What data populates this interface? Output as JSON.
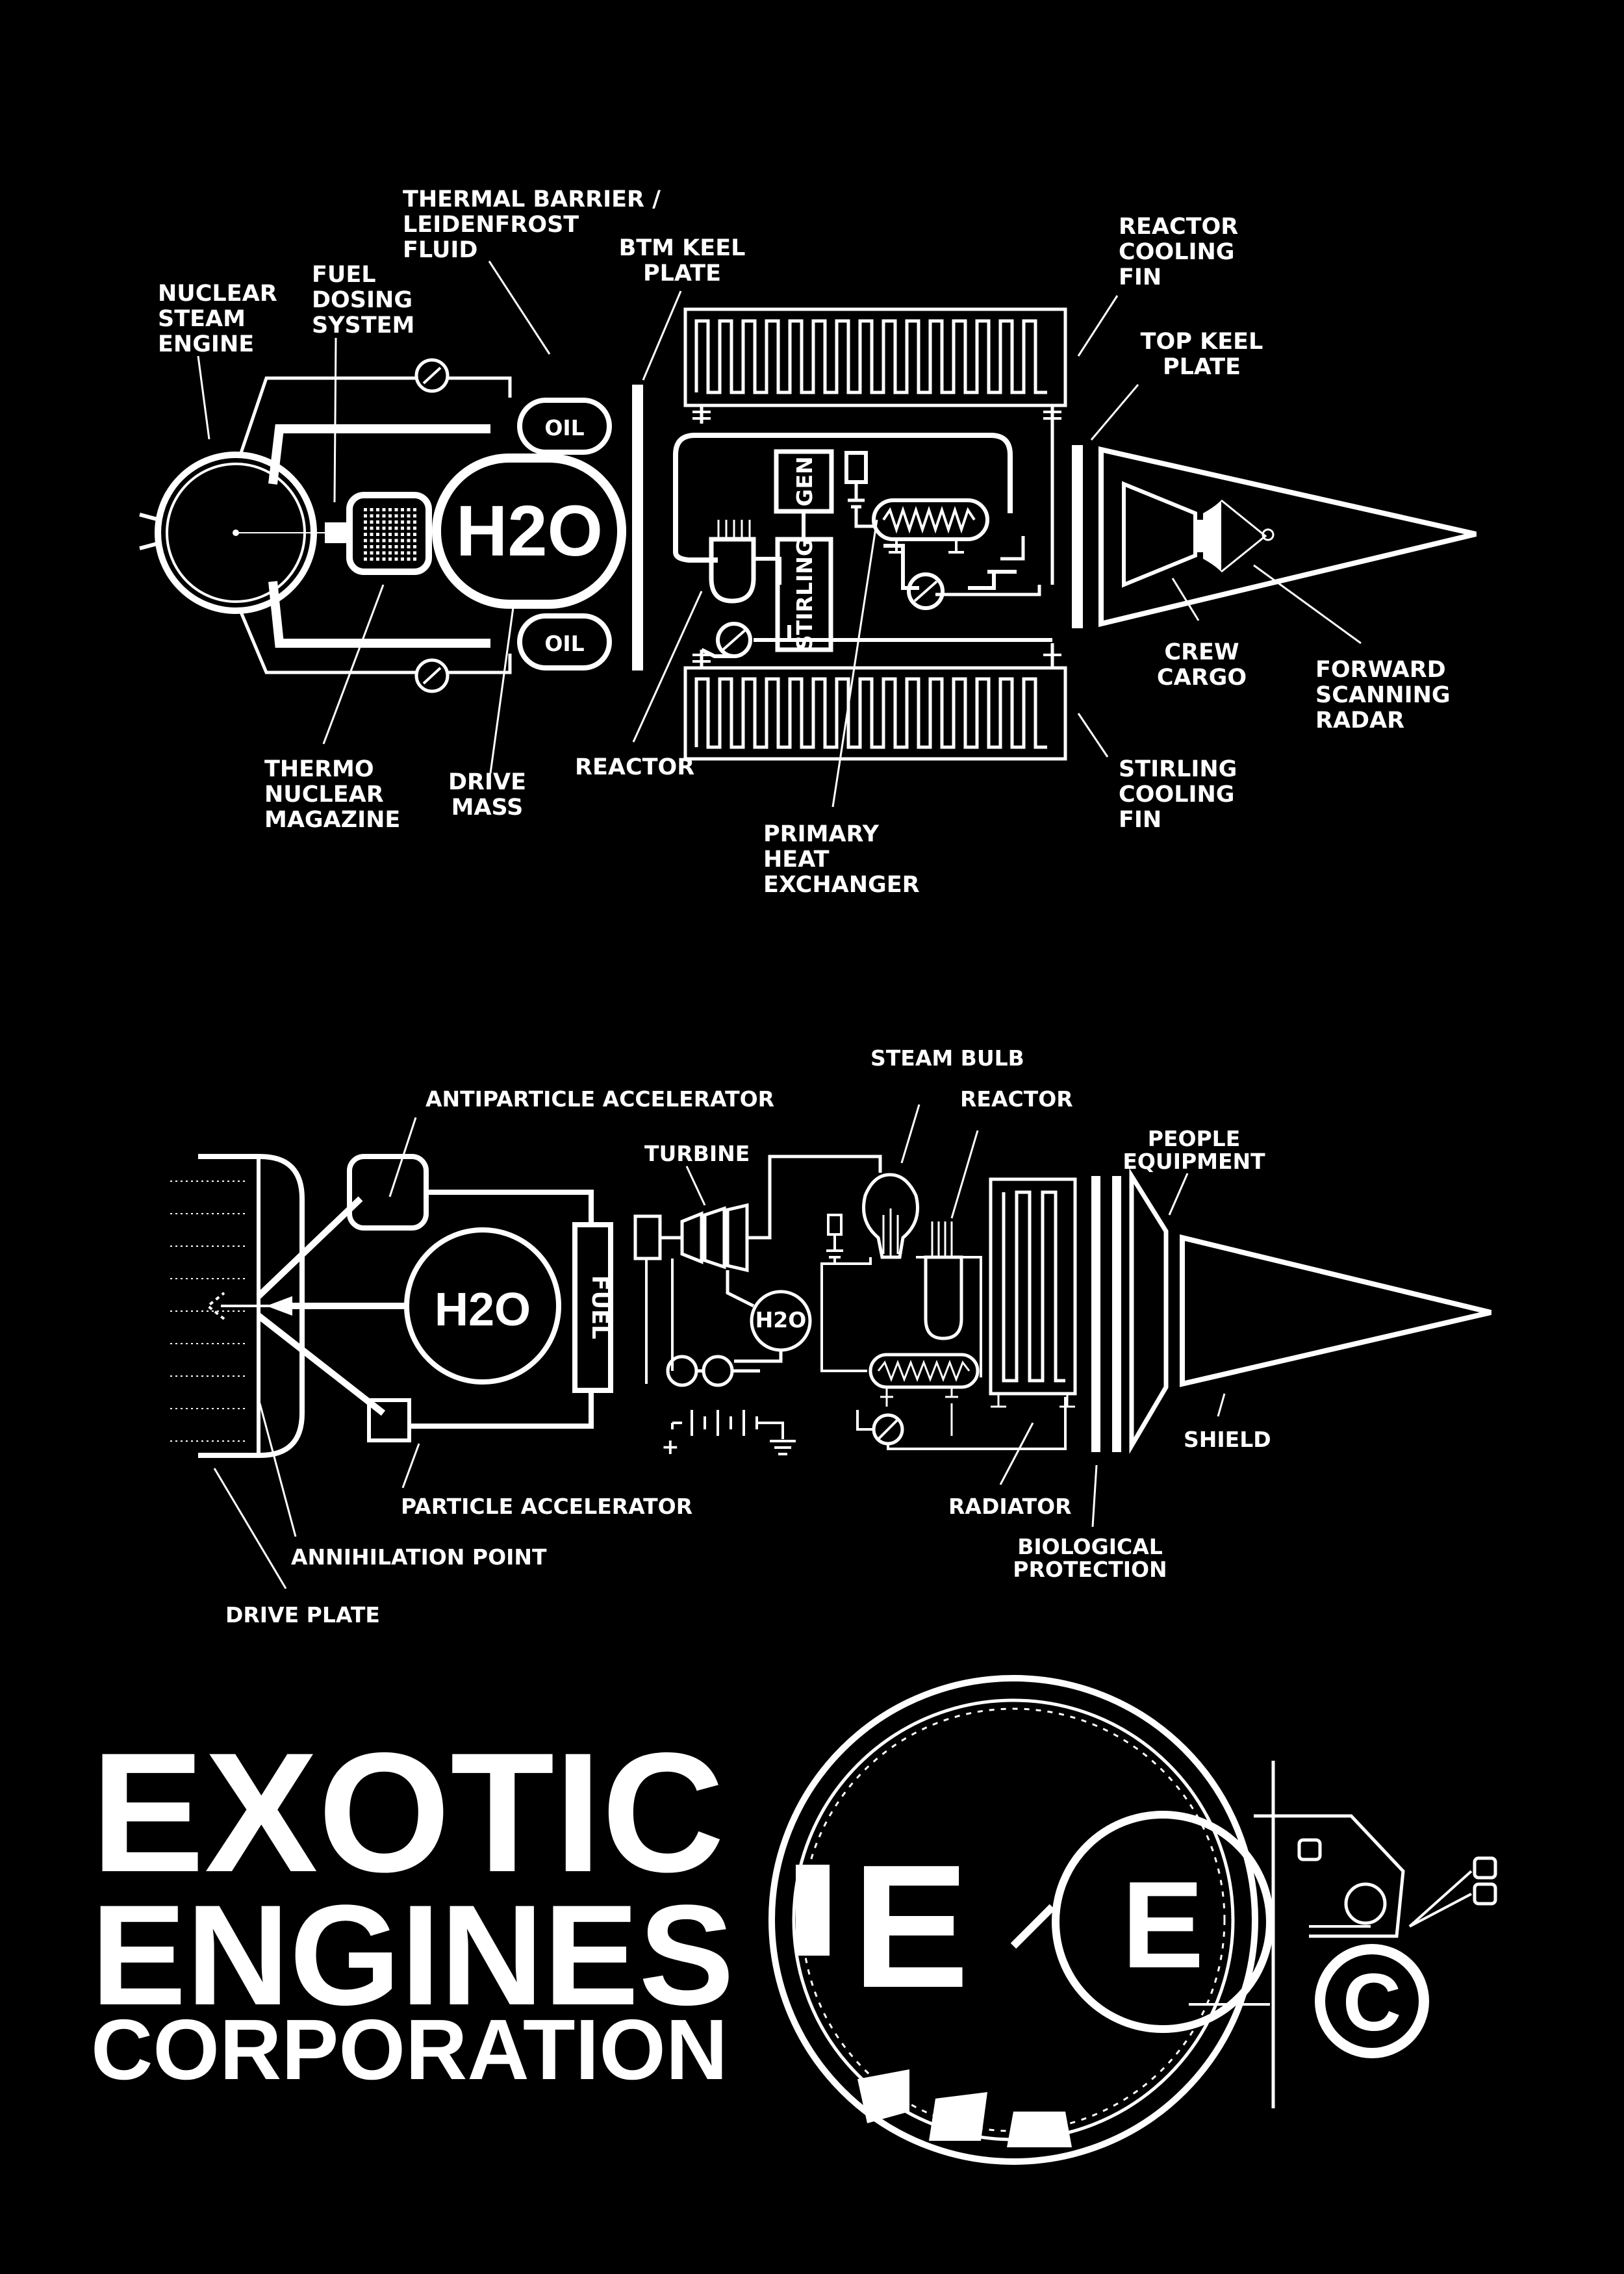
{
  "colors": {
    "background": "#000000",
    "ink": "#ffffff"
  },
  "diagram1": {
    "labels": {
      "nuclear_steam_engine": [
        "NUCLEAR",
        "STEAM",
        "ENGINE"
      ],
      "fuel_dosing_system": [
        "FUEL",
        "DOSING",
        "SYSTEM"
      ],
      "thermal_barrier": [
        "THERMAL BARRIER /",
        "LEIDENFROST",
        "FLUID"
      ],
      "btm_keel_plate": [
        "BTM KEEL",
        "PLATE"
      ],
      "reactor_cooling_fin": [
        "REACTOR",
        "COOLING",
        "FIN"
      ],
      "top_keel_plate": [
        "TOP KEEL",
        "PLATE"
      ],
      "crew_cargo": [
        "CREW",
        "CARGO"
      ],
      "forward_scanning_radar": [
        "FORWARD",
        "SCANNING",
        "RADAR"
      ],
      "stirling_cooling_fin": [
        "STIRLING",
        "COOLING",
        "FIN"
      ],
      "primary_heat_exchanger": [
        "PRIMARY",
        "HEAT",
        "EXCHANGER"
      ],
      "reactor": "REACTOR",
      "drive_mass": [
        "DRIVE",
        "MASS"
      ],
      "thermo_nuclear_magazine": [
        "THERMO",
        "NUCLEAR",
        "MAGAZINE"
      ]
    },
    "component_text": {
      "h2o": "H2O",
      "oil_top": "OIL",
      "oil_bottom": "OIL",
      "gen": "GEN",
      "stirling": "STIRLING"
    }
  },
  "diagram2": {
    "labels": {
      "antiparticle_accelerator": "ANTIPARTICLE  ACCELERATOR",
      "turbine": "TURBINE",
      "steam_bulb": "STEAM BULB",
      "reactor": "REACTOR",
      "people_equipment": [
        "PEOPLE",
        "EQUIPMENT"
      ],
      "shield": "SHIELD",
      "radiator": "RADIATOR",
      "biological_protection": [
        "BIOLOGICAL",
        "PROTECTION"
      ],
      "particle_accelerator": "PARTICLE  ACCELERATOR",
      "annihilation_point": "ANNIHILATION POINT",
      "drive_plate": "DRIVE PLATE"
    },
    "component_text": {
      "h2o_large": "H2O",
      "fuel": "FUEL",
      "h2o_small": "H2O"
    }
  },
  "branding": {
    "line1": "EXOTIC",
    "line2": "ENGINES",
    "line3": "CORPORATION",
    "logo_letters": [
      "E",
      "E",
      "C"
    ]
  }
}
